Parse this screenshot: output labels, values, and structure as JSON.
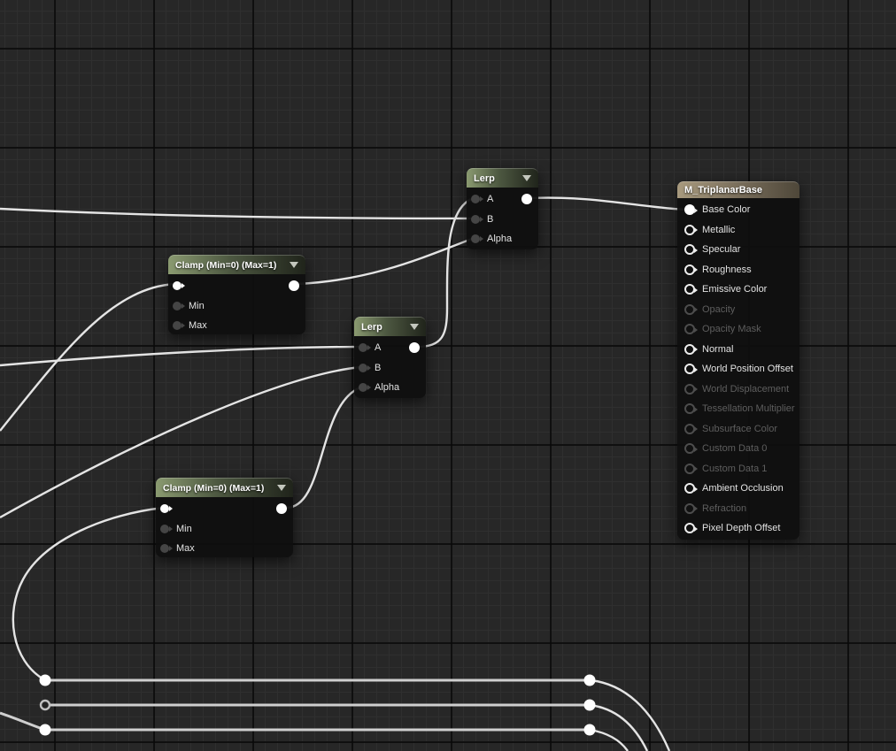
{
  "canvas": {
    "background": "#272727",
    "grid_minor": "#2f2f2f",
    "grid_major": "#0a0a0a",
    "wire_color": "#e4e4e4"
  },
  "colors": {
    "expression_header_left": "#8a9a70",
    "expression_header_right": "#20241b",
    "material_header_left": "#a89a7e",
    "material_header_right": "#4e4739"
  },
  "nodes": {
    "lerp_top": {
      "title": "Lerp",
      "inputs": [
        "A",
        "B",
        "Alpha"
      ]
    },
    "clamp_top": {
      "title": "Clamp (Min=0) (Max=1)",
      "inputs": [
        "Min",
        "Max"
      ]
    },
    "lerp_mid": {
      "title": "Lerp",
      "inputs": [
        "A",
        "B",
        "Alpha"
      ]
    },
    "clamp_bottom": {
      "title": "Clamp (Min=0) (Max=1)",
      "inputs": [
        "Min",
        "Max"
      ]
    },
    "material": {
      "title": "M_TriplanarBase",
      "pins": [
        {
          "label": "Base Color",
          "enabled": true,
          "connected": true
        },
        {
          "label": "Metallic",
          "enabled": true,
          "connected": false
        },
        {
          "label": "Specular",
          "enabled": true,
          "connected": false
        },
        {
          "label": "Roughness",
          "enabled": true,
          "connected": false
        },
        {
          "label": "Emissive Color",
          "enabled": true,
          "connected": false
        },
        {
          "label": "Opacity",
          "enabled": false,
          "connected": false
        },
        {
          "label": "Opacity Mask",
          "enabled": false,
          "connected": false
        },
        {
          "label": "Normal",
          "enabled": true,
          "connected": false
        },
        {
          "label": "World Position Offset",
          "enabled": true,
          "connected": false
        },
        {
          "label": "World Displacement",
          "enabled": false,
          "connected": false
        },
        {
          "label": "Tessellation Multiplier",
          "enabled": false,
          "connected": false
        },
        {
          "label": "Subsurface Color",
          "enabled": false,
          "connected": false
        },
        {
          "label": "Custom Data 0",
          "enabled": false,
          "connected": false
        },
        {
          "label": "Custom Data 1",
          "enabled": false,
          "connected": false
        },
        {
          "label": "Ambient Occlusion",
          "enabled": true,
          "connected": false
        },
        {
          "label": "Refraction",
          "enabled": false,
          "connected": false
        },
        {
          "label": "Pixel Depth Offset",
          "enabled": true,
          "connected": false
        }
      ]
    }
  },
  "wires": [
    {
      "from": "offscreen-left",
      "to": "lerp_top.B"
    },
    {
      "from": "offscreen-left",
      "to": "lerp_mid.A"
    },
    {
      "from": "offscreen-left",
      "to": "lerp_mid.B"
    },
    {
      "from": "offscreen-left",
      "to": "clamp_top.input"
    },
    {
      "from": "clamp_top.output",
      "to": "lerp_top.Alpha"
    },
    {
      "from": "clamp_bottom.output",
      "to": "lerp_mid.Alpha"
    },
    {
      "from": "lerp_mid.output",
      "to": "lerp_top.A"
    },
    {
      "from": "lerp_top.output",
      "to": "material.Base Color"
    },
    {
      "from": "reroute-left-1",
      "to": "clamp_bottom.input"
    },
    {
      "from": "reroute-left-1",
      "to": "reroute-right-1-offscreen-bottom"
    },
    {
      "from": "reroute-left-2",
      "to": "reroute-right-2-offscreen-bottom"
    },
    {
      "from": "offscreen-left",
      "to": "reroute-left-3"
    },
    {
      "from": "reroute-left-3",
      "to": "reroute-right-3-offscreen-bottom"
    }
  ]
}
